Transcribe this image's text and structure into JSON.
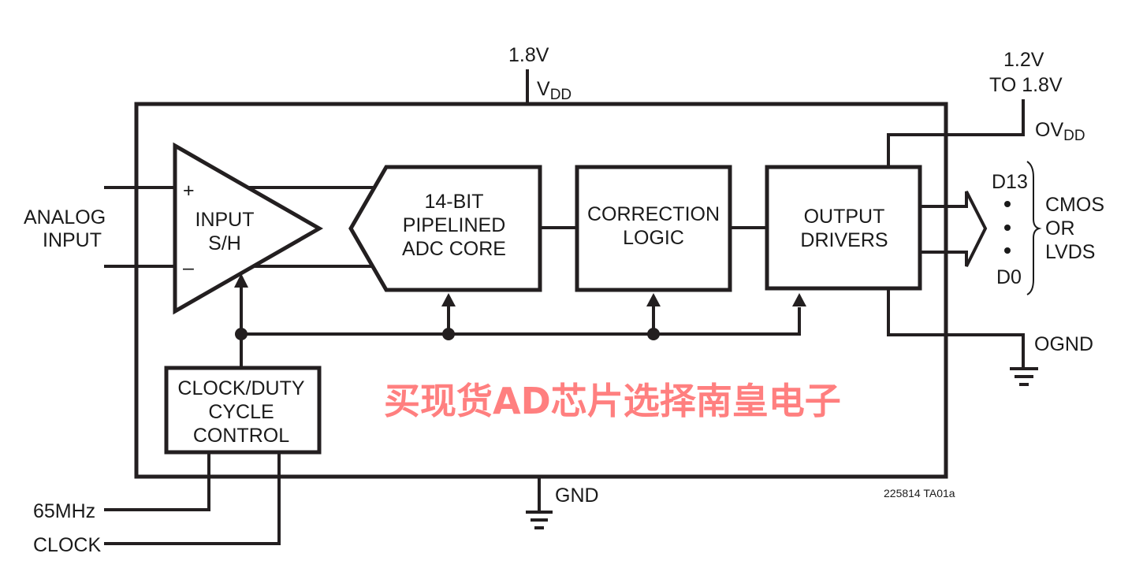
{
  "supplies": {
    "vdd_voltage": "1.8V",
    "vdd_label": "V",
    "vdd_sub": "DD",
    "ovdd_voltage_line1": "1.2V",
    "ovdd_voltage_line2": "TO 1.8V",
    "ovdd_label": "OV",
    "ovdd_sub": "DD",
    "gnd_label": "GND",
    "ognd_label": "OGND"
  },
  "inputs": {
    "analog_line1": "ANALOG",
    "analog_line2": "INPUT",
    "plus": "+",
    "minus": "–",
    "clock_line1": "65MHz",
    "clock_line2": "CLOCK"
  },
  "blocks": {
    "sh": [
      "INPUT",
      "S/H"
    ],
    "adc": [
      "14-BIT",
      "PIPELINED",
      "ADC CORE"
    ],
    "correction": [
      "CORRECTION",
      "LOGIC"
    ],
    "drivers": [
      "OUTPUT",
      "DRIVERS"
    ],
    "clock_ctrl": [
      "CLOCK/DUTY",
      "CYCLE",
      "CONTROL"
    ]
  },
  "outputs": {
    "msb": "D13",
    "lsb": "D0",
    "type_line1": "CMOS",
    "type_line2": "OR",
    "type_line3": "LVDS"
  },
  "figure_id": "225814 TA01a",
  "watermark": {
    "text": "买现货AD芯片选择南皇电子",
    "color": "#ff7f7f"
  }
}
